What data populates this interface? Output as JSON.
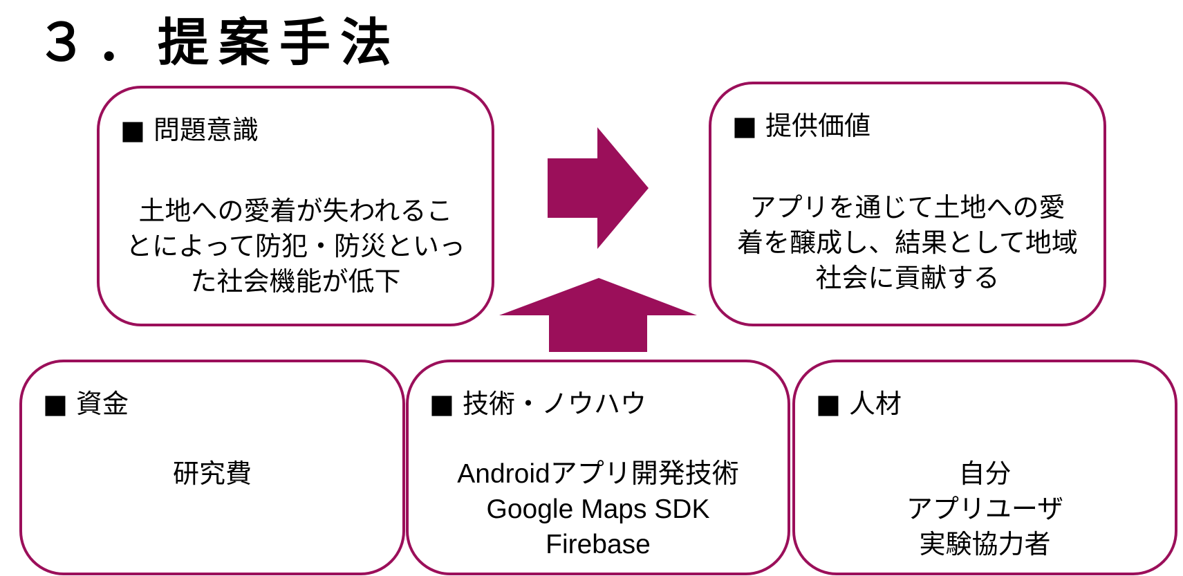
{
  "title": "３．提案手法",
  "accent_color": "#9b0f5a",
  "problem": {
    "heading": "■ 問題意識",
    "lines": [
      "土地への愛着が失われるこ",
      "とによって防犯・防災といっ",
      "た社会機能が低下"
    ]
  },
  "value": {
    "heading": "■ 提供価値",
    "lines": [
      "アプリを通じて土地への愛",
      "着を醸成し、結果として地域",
      "社会に貢献する"
    ]
  },
  "funds": {
    "heading": "■ 資金",
    "lines": [
      "研究費"
    ]
  },
  "tech": {
    "heading": "■ 技術・ノウハウ",
    "lines": [
      "Androidアプリ開発技術",
      "Google Maps SDK",
      "Firebase"
    ]
  },
  "people": {
    "heading": "■ 人材",
    "lines": [
      "自分",
      "アプリユーザ",
      "実験協力者"
    ]
  }
}
